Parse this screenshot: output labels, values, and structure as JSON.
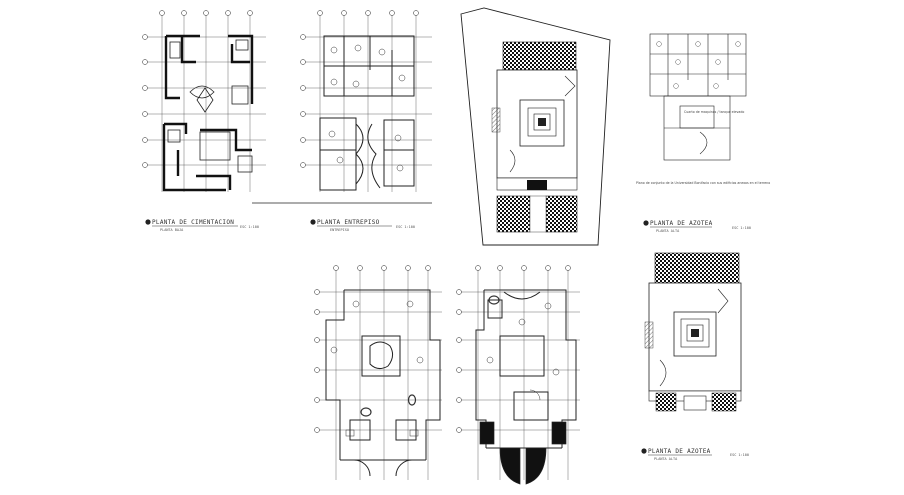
{
  "drawing": {
    "sheets": [
      {
        "id": "ground-plan",
        "title": "PLANTA DE CIMENTACION",
        "subtitle": "PLANTA BAJA",
        "scale": "ESC 1:100"
      },
      {
        "id": "upper-plan",
        "title": "PLANTA ENTREPISO",
        "subtitle": "ENTREPISO",
        "scale": "ESC 1:100"
      },
      {
        "id": "site-plan",
        "title": "",
        "subtitle": "",
        "scale": ""
      },
      {
        "id": "roof-small",
        "title": "PLANTA DE AZOTEA",
        "subtitle": "PLANTA ALTA",
        "scale": "ESC 1:100"
      },
      {
        "id": "roof-large",
        "title": "PLANTA DE AZOTEA",
        "subtitle": "PLANTA ALTA",
        "scale": "ESC 1:100"
      },
      {
        "id": "furnished-1",
        "title": "",
        "subtitle": "",
        "scale": ""
      },
      {
        "id": "furnished-2",
        "title": "",
        "subtitle": "",
        "scale": ""
      }
    ],
    "site_note": "Plano de conjunto de la Universidad Bonifacio con sus edificios anexos en el terreno",
    "roof_note": "Cuarto de maquinas / tanque elevado"
  },
  "colors": {
    "line": "#222222",
    "fill_dark": "#111111",
    "hatch": "#555555",
    "background": "#ffffff"
  }
}
